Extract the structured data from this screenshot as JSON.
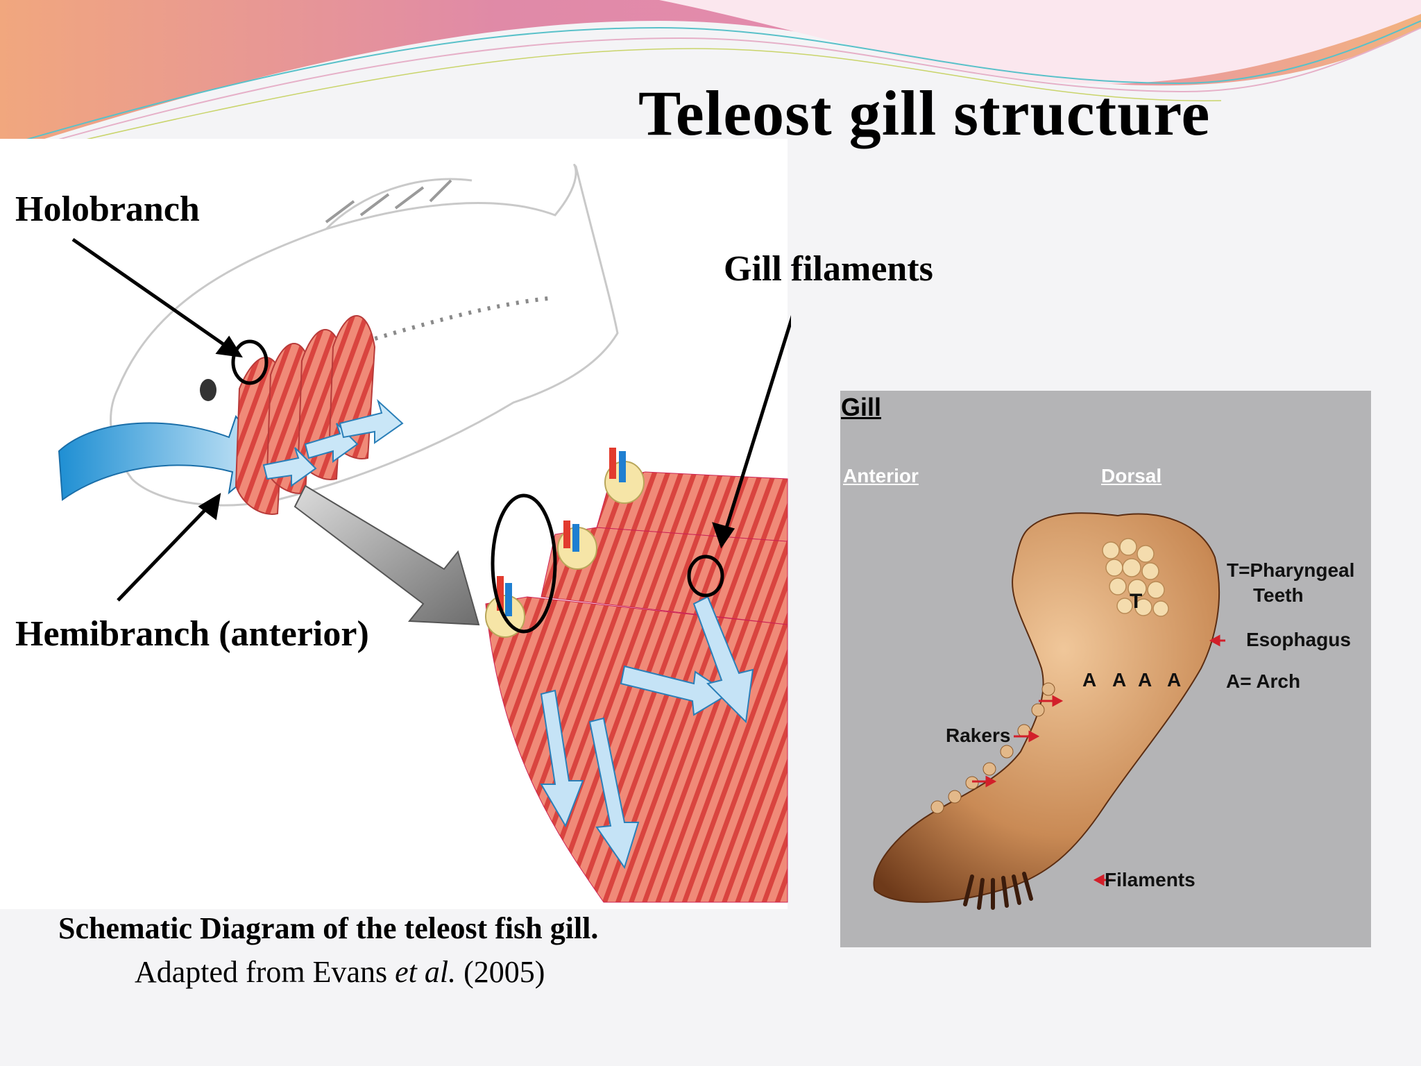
{
  "slide": {
    "title": "Teleost gill structure",
    "labels": {
      "holobranch": "Holobranch",
      "gill_filaments": "Gill filaments",
      "hemibranch": "Hemibranch (anterior)"
    },
    "caption": {
      "line1": "Schematic Diagram of the teleost fish gill.",
      "line2_pre": "Adapted from Evans ",
      "line2_em": "et al.",
      "line2_post": " (2005)"
    }
  },
  "photo": {
    "title": "Gill",
    "anterior": "Anterior",
    "dorsal": "Dorsal",
    "teeth_line1": "T=Pharyngeal",
    "teeth_line2": "Teeth",
    "esophagus": "Esophagus",
    "arch": "A= Arch",
    "rakers": "Rakers",
    "filaments": "Filaments",
    "t_marker": "T",
    "a_marker": "A"
  },
  "colors": {
    "background": "#f4f4f6",
    "header_pink": "#e27fa8",
    "header_peach": "#f3b48d",
    "water_flow_blue": "#2f9ad6",
    "filament_red": "#e0504d",
    "photo_background": "#b4b4b6",
    "pointer_red": "#d21f2a"
  }
}
